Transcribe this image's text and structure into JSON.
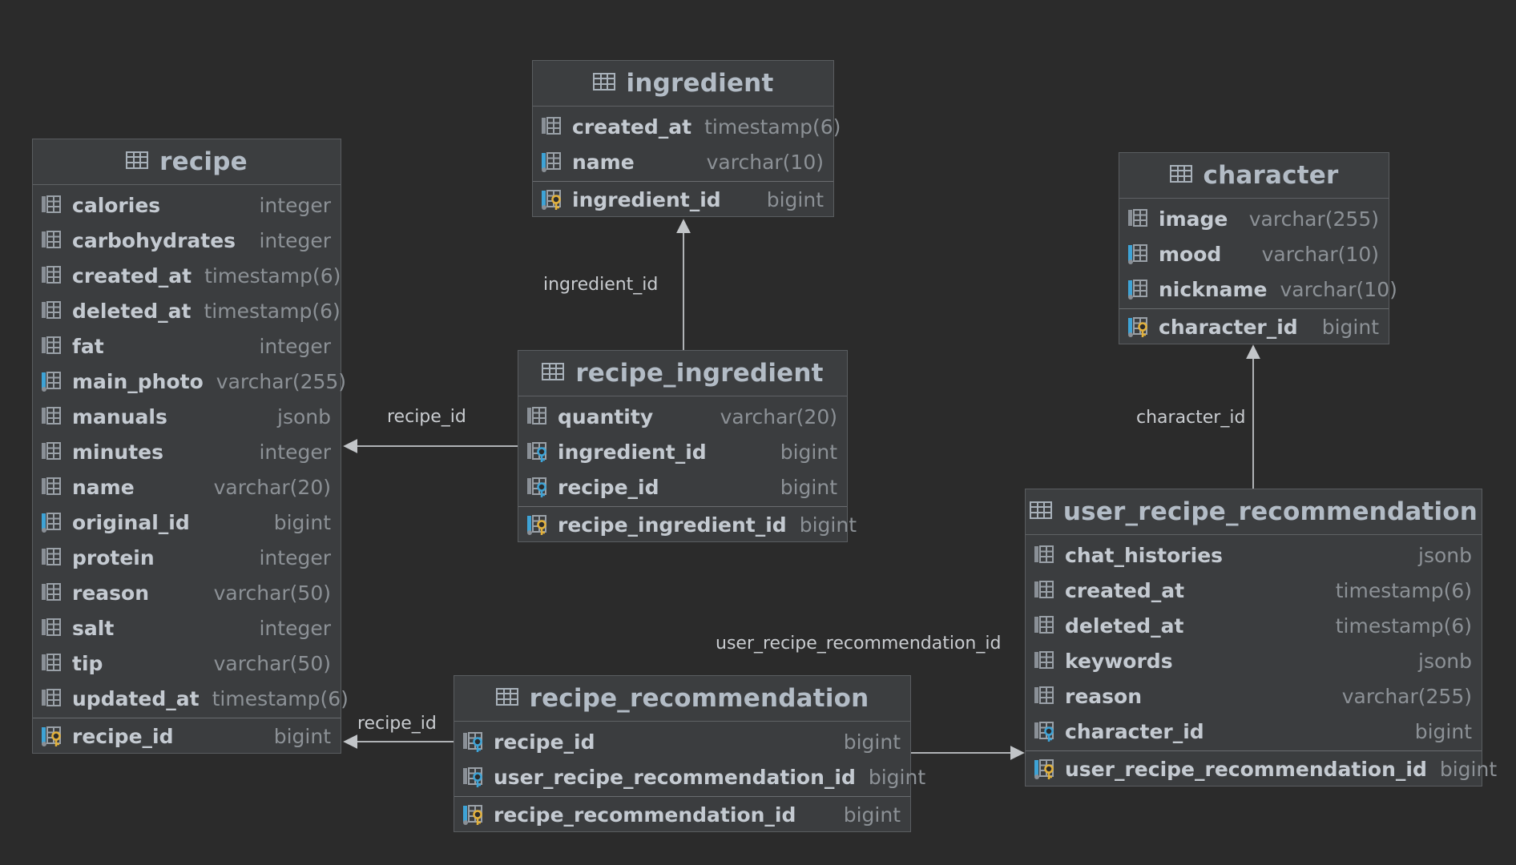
{
  "tables": {
    "ingredient": {
      "title": "ingredient",
      "columns": [
        {
          "name": "created_at",
          "type": "timestamp(6)",
          "icon": "column-icon"
        },
        {
          "name": "name",
          "type": "varchar(10)",
          "icon": "column-notnull-icon"
        }
      ],
      "pk": {
        "name": "ingredient_id",
        "type": "bigint",
        "icon": "primary-key-icon"
      }
    },
    "recipe": {
      "title": "recipe",
      "columns": [
        {
          "name": "calories",
          "type": "integer",
          "icon": "column-icon"
        },
        {
          "name": "carbohydrates",
          "type": "integer",
          "icon": "column-icon"
        },
        {
          "name": "created_at",
          "type": "timestamp(6)",
          "icon": "column-icon"
        },
        {
          "name": "deleted_at",
          "type": "timestamp(6)",
          "icon": "column-icon"
        },
        {
          "name": "fat",
          "type": "integer",
          "icon": "column-icon"
        },
        {
          "name": "main_photo",
          "type": "varchar(255)",
          "icon": "column-notnull-icon"
        },
        {
          "name": "manuals",
          "type": "jsonb",
          "icon": "column-icon"
        },
        {
          "name": "minutes",
          "type": "integer",
          "icon": "column-icon"
        },
        {
          "name": "name",
          "type": "varchar(20)",
          "icon": "column-icon"
        },
        {
          "name": "original_id",
          "type": "bigint",
          "icon": "column-notnull-icon"
        },
        {
          "name": "protein",
          "type": "integer",
          "icon": "column-icon"
        },
        {
          "name": "reason",
          "type": "varchar(50)",
          "icon": "column-icon"
        },
        {
          "name": "salt",
          "type": "integer",
          "icon": "column-icon"
        },
        {
          "name": "tip",
          "type": "varchar(50)",
          "icon": "column-icon"
        },
        {
          "name": "updated_at",
          "type": "timestamp(6)",
          "icon": "column-icon"
        }
      ],
      "pk": {
        "name": "recipe_id",
        "type": "bigint",
        "icon": "primary-key-icon"
      }
    },
    "character": {
      "title": "character",
      "columns": [
        {
          "name": "image",
          "type": "varchar(255)",
          "icon": "column-icon"
        },
        {
          "name": "mood",
          "type": "varchar(10)",
          "icon": "column-notnull-icon"
        },
        {
          "name": "nickname",
          "type": "varchar(10)",
          "icon": "column-notnull-icon"
        }
      ],
      "pk": {
        "name": "character_id",
        "type": "bigint",
        "icon": "primary-key-icon"
      }
    },
    "recipe_ingredient": {
      "title": "recipe_ingredient",
      "columns": [
        {
          "name": "quantity",
          "type": "varchar(20)",
          "icon": "column-icon"
        },
        {
          "name": "ingredient_id",
          "type": "bigint",
          "icon": "foreign-key-icon"
        },
        {
          "name": "recipe_id",
          "type": "bigint",
          "icon": "foreign-key-icon"
        }
      ],
      "pk": {
        "name": "recipe_ingredient_id",
        "type": "bigint",
        "icon": "primary-key-icon"
      }
    },
    "user_recipe_recommendation": {
      "title": "user_recipe_recommendation",
      "columns": [
        {
          "name": "chat_histories",
          "type": "jsonb",
          "icon": "column-icon"
        },
        {
          "name": "created_at",
          "type": "timestamp(6)",
          "icon": "column-icon"
        },
        {
          "name": "deleted_at",
          "type": "timestamp(6)",
          "icon": "column-icon"
        },
        {
          "name": "keywords",
          "type": "jsonb",
          "icon": "column-icon"
        },
        {
          "name": "reason",
          "type": "varchar(255)",
          "icon": "column-icon"
        },
        {
          "name": "character_id",
          "type": "bigint",
          "icon": "foreign-key-icon"
        }
      ],
      "pk": {
        "name": "user_recipe_recommendation_id",
        "type": "bigint",
        "icon": "primary-key-icon"
      }
    },
    "recipe_recommendation": {
      "title": "recipe_recommendation",
      "columns": [
        {
          "name": "recipe_id",
          "type": "bigint",
          "icon": "foreign-key-icon"
        },
        {
          "name": "user_recipe_recommendation_id",
          "type": "bigint",
          "icon": "foreign-key-icon"
        }
      ],
      "pk": {
        "name": "recipe_recommendation_id",
        "type": "bigint",
        "icon": "primary-key-icon"
      }
    }
  },
  "relations": [
    {
      "from": "recipe_ingredient",
      "to": "ingredient",
      "label": "ingredient_id"
    },
    {
      "from": "recipe_ingredient",
      "to": "recipe",
      "label": "recipe_id"
    },
    {
      "from": "user_recipe_recommendation",
      "to": "character",
      "label": "character_id"
    },
    {
      "from": "recipe_recommendation",
      "to": "recipe",
      "label": "recipe_id"
    },
    {
      "from": "recipe_recommendation",
      "to": "user_recipe_recommendation",
      "label": "user_recipe_recommendation_id"
    }
  ],
  "colors": {
    "background": "#2b2b2b",
    "table_fill": "#3b3d3f",
    "title_text": "#b3bcc6",
    "column_text": "#c4cad1",
    "type_text": "#8c9196",
    "key_gold": "#e2b13c",
    "fk_blue": "#3ea3d6",
    "link_line": "#b0b3b6"
  }
}
